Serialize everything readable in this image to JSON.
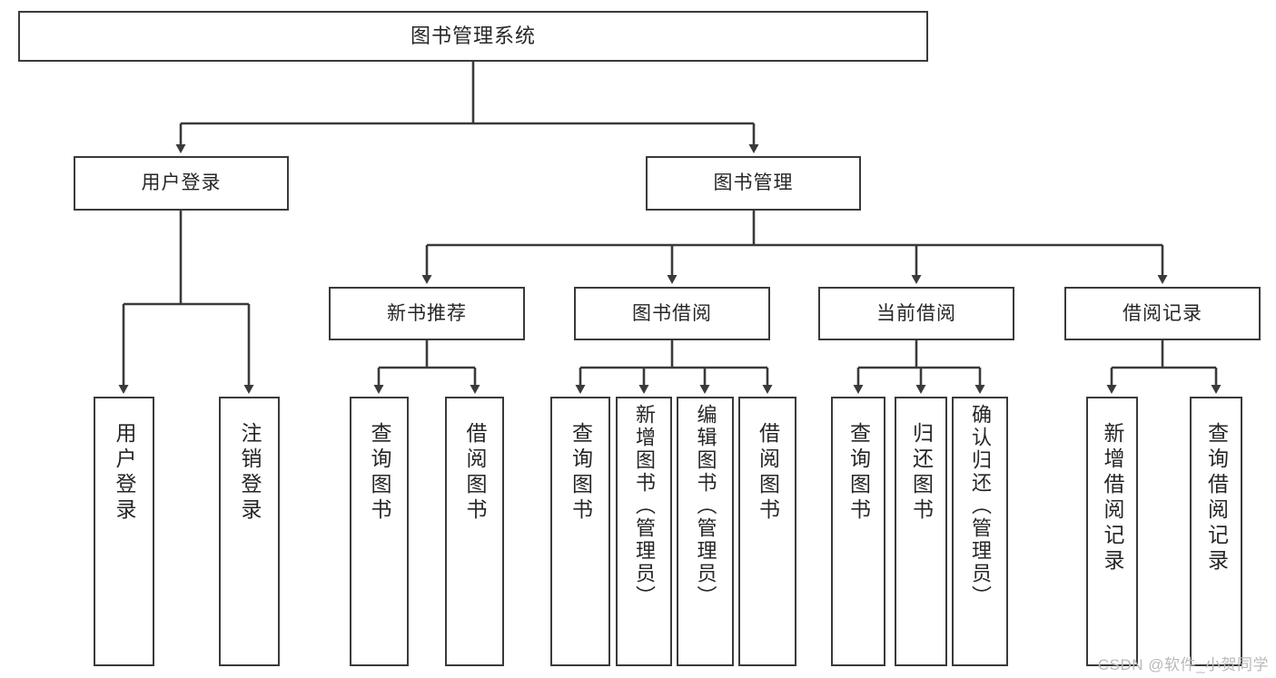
{
  "diagram": {
    "type": "tree",
    "title": "图书管理系统",
    "root": {
      "label": "图书管理系统"
    },
    "level2": [
      {
        "label": "用户登录"
      },
      {
        "label": "图书管理"
      }
    ],
    "level3": [
      {
        "label": "新书推荐"
      },
      {
        "label": "图书借阅"
      },
      {
        "label": "当前借阅"
      },
      {
        "label": "借阅记录"
      }
    ],
    "leaves": {
      "user_login": [
        {
          "label": "用户登录"
        },
        {
          "label": "注销登录"
        }
      ],
      "new_book_recommend": [
        {
          "label": "查询图书"
        },
        {
          "label": "借阅图书"
        }
      ],
      "book_borrow": [
        {
          "label": "查询图书"
        },
        {
          "label": "新增图书（管理员）"
        },
        {
          "label": "编辑图书（管理员）"
        },
        {
          "label": "借阅图书"
        }
      ],
      "current_borrow": [
        {
          "label": "查询图书"
        },
        {
          "label": "归还图书"
        },
        {
          "label": "确认归还（管理员）"
        }
      ],
      "borrow_records": [
        {
          "label": "新增借阅记录"
        },
        {
          "label": "查询借阅记录"
        }
      ]
    }
  },
  "watermark": {
    "text": "CSDN @软件_小贺同学"
  },
  "colors": {
    "stroke": "#3a3a3a",
    "text": "#262626",
    "background": "#ffffff",
    "watermark": "#b9b9b9"
  }
}
